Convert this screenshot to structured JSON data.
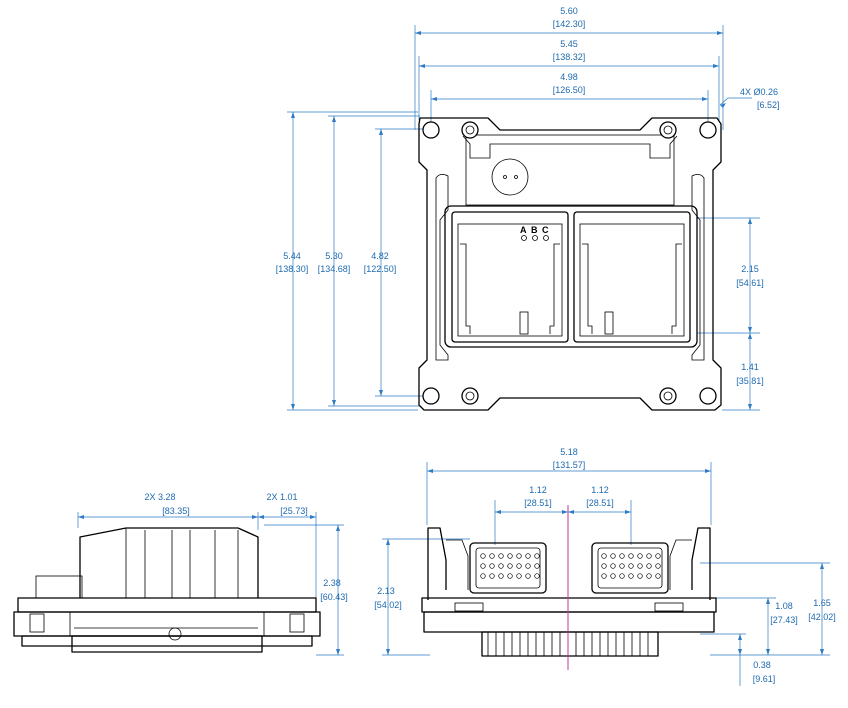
{
  "top_view": {
    "overall_width": {
      "inch": "5.60",
      "mm": "[142.30]"
    },
    "flange_width": {
      "inch": "5.45",
      "mm": "[138.32]"
    },
    "hole_spacing_x": {
      "inch": "4.98",
      "mm": "[126.50]"
    },
    "hole_callout": {
      "inch": "4X Ø0.26",
      "mm": "[6.52]"
    },
    "overall_height": {
      "inch": "5.44",
      "mm": "[138.30]"
    },
    "flange_height": {
      "inch": "5.30",
      "mm": "[134.68]"
    },
    "hole_spacing_y": {
      "inch": "4.82",
      "mm": "[122.50]"
    },
    "connector_height": {
      "inch": "2.15",
      "mm": "[54.61]"
    },
    "connector_offset": {
      "inch": "1.41",
      "mm": "[35.81]"
    },
    "connector_letters": [
      "A",
      "B",
      "C"
    ]
  },
  "side_view": {
    "body_length": {
      "inch": "2X  3.28",
      "mm": "[83.35]"
    },
    "flange_offset": {
      "inch": "2X  1.01",
      "mm": "[25.73]"
    },
    "height": {
      "inch": "2.38",
      "mm": "[60.43]"
    }
  },
  "front_view": {
    "width": {
      "inch": "5.18",
      "mm": "[131.57]"
    },
    "left_connector_offset": {
      "inch": "1.12",
      "mm": "[28.51]"
    },
    "right_connector_offset": {
      "inch": "1.12",
      "mm": "[28.51]"
    },
    "left_height": {
      "inch": "2.13",
      "mm": "[54.02]"
    },
    "connector_center_height": {
      "inch": "1.08",
      "mm": "[27.43]"
    },
    "right_height": {
      "inch": "1.65",
      "mm": "[42.02]"
    },
    "base_height": {
      "inch": "0.38",
      "mm": "[9.61]"
    }
  },
  "colors": {
    "dimension": "#2c7bc4",
    "centerline": "#c0399b",
    "outline": "#000000"
  }
}
